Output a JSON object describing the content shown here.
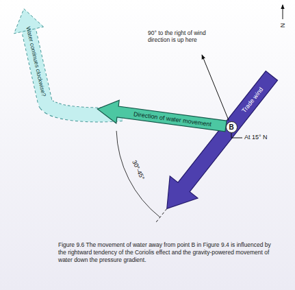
{
  "diagram": {
    "caption": "Figure 9.6 The movement of water away from point B in Figure 9.4 is influenced by the rightward tendency of the Coriolis effect and the gravity-powered movement of water down the pressure gradient.",
    "nodes": [
      {
        "text": [
          "B"
        ]
      }
    ],
    "labels": [
      "N",
      "90° to the right of wind direction is up here",
      "Trade wind",
      "Direction of water movement",
      "Water continues clockwise?",
      "At 15° N",
      "30°-45°"
    ]
  }
}
